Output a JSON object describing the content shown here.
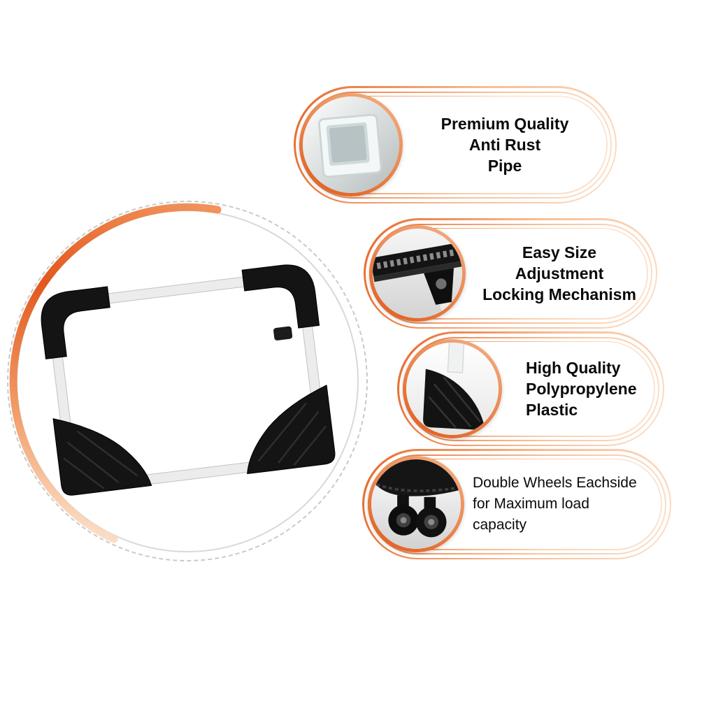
{
  "page": {
    "kind": "product-feature-infographic",
    "background": "#ffffff"
  },
  "hero": {
    "photo": "adjustable-appliance-stand",
    "description_visible_text": ""
  },
  "features": [
    {
      "photo": "square-pipe",
      "lines": [
        "Premium Quality",
        "Anti Rust",
        "Pipe"
      ],
      "text_style": "bold-centered"
    },
    {
      "photo": "locking-mechanism",
      "lines": [
        "Easy Size",
        "Adjustment",
        "Locking Mechanism"
      ],
      "text_style": "bold-centered"
    },
    {
      "photo": "corner-plastic",
      "lines": [
        "High Quality",
        "Polypropylene",
        "Plastic"
      ],
      "text_style": "bold-left"
    },
    {
      "photo": "double-wheels",
      "lines": [
        "Double Wheels Eachside",
        "for Maximum load",
        "capacity"
      ],
      "text_style": "regular-left"
    }
  ],
  "colors": {
    "accent_dark": "#e35f1f",
    "accent_mid": "#ee8a50",
    "accent_light": "#fbdcc4",
    "ring_gray": "#c9c9c9",
    "text": "#0a0a0a",
    "product_black": "#141414",
    "pipe_silver": "#ececec"
  }
}
